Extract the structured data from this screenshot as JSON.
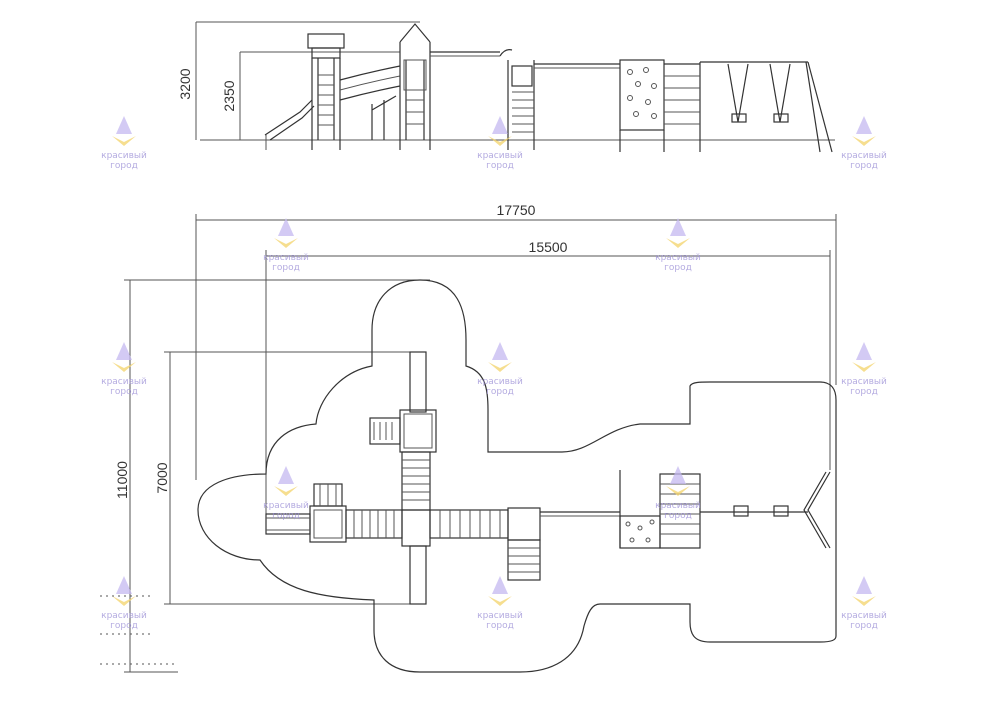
{
  "drawing": {
    "dimensions": {
      "height_total": "3200",
      "height_platform": "2350",
      "length_total": "17750",
      "length_inner": "15500",
      "width_total": "11000",
      "width_inner": "7000"
    },
    "watermark": {
      "text_line1": "красивый",
      "text_line2": "город",
      "logo_color": "#c4b8f0",
      "logo_accent": "#f3d36a"
    }
  }
}
